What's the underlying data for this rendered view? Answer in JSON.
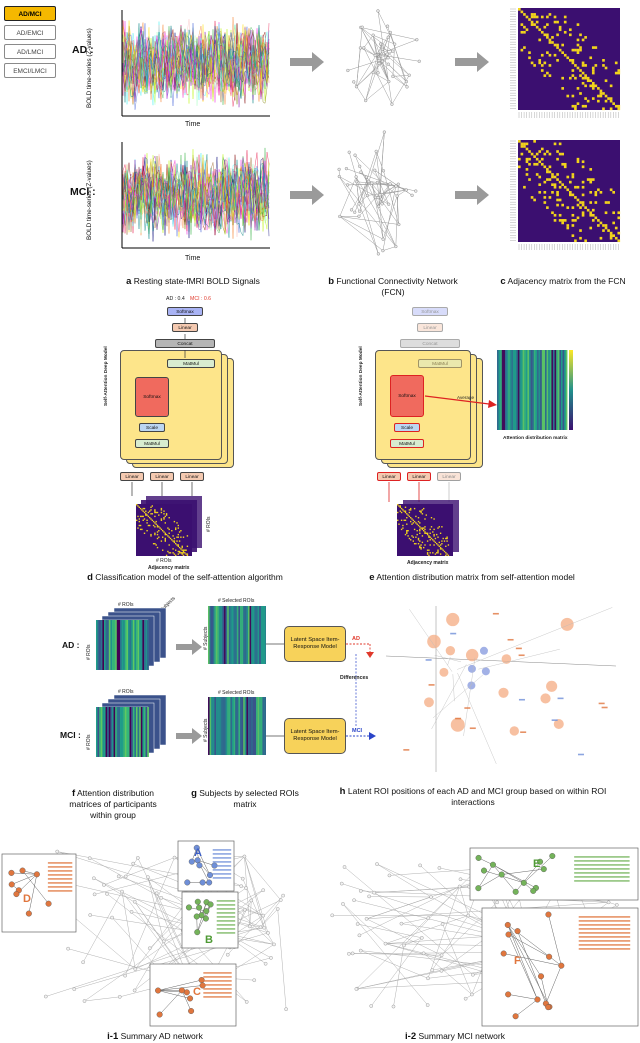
{
  "tabs": [
    {
      "label": "AD/MCI",
      "active": true
    },
    {
      "label": "AD/EMCI",
      "active": false
    },
    {
      "label": "AD/LMCI",
      "active": false
    },
    {
      "label": "EMCI/LMCI",
      "active": false
    }
  ],
  "rows": {
    "ad": "AD :",
    "mci": "MCI :"
  },
  "timeseries": {
    "ylabel": "BOLD time-series (Z-values)",
    "xlabel": "Time"
  },
  "captions": {
    "a": {
      "letter": "a",
      "text": "Resting state-fMRI BOLD Signals"
    },
    "b": {
      "letter": "b",
      "text": "Functional Connectivity Network (FCN)"
    },
    "c": {
      "letter": "c",
      "text": "Adjacency matrix from the FCN"
    },
    "d": {
      "letter": "d",
      "text": "Classification model of the self-attention algorithm"
    },
    "e": {
      "letter": "e",
      "text": "Attention distribution matrix from self-attention model"
    },
    "f": {
      "letter": "f",
      "text": "Attention distribution matrices of participants within group"
    },
    "g": {
      "letter": "g",
      "text": "Subjects by selected ROIs matrix"
    },
    "h": {
      "letter": "h",
      "text": "Latent ROI positions of each AD and MCI group based on within ROI interactions"
    },
    "i1": {
      "letter": "i-1",
      "text": "Summary AD network"
    },
    "i2": {
      "letter": "i-2",
      "text": "Summary MCI network"
    }
  },
  "model_d": {
    "scores_ad": "AD : 0.4",
    "scores_mci": "MCI : 0.6",
    "softmax_top": "Softmax",
    "linear_top": "Linear",
    "concat": "Concat",
    "matmul_top": "MatMul",
    "softmax_mid": "Softmax",
    "scale": "Scale",
    "matmul_bottom": "MatMul",
    "linear_bottom": [
      "Linear",
      "Linear",
      "Linear"
    ],
    "side_label": "Self-Attention Deep Model",
    "rois_label_v": "# ROIs",
    "rois_label_h": "# ROIs",
    "adj_label": "Adjacency matrix"
  },
  "model_e": {
    "softmax_top": "Softmax",
    "linear_top": "Linear",
    "concat": "Concat",
    "matmul_top": "MatMul",
    "softmax_mid": "Softmax",
    "scale": "Scale",
    "matmul_bottom": "MatMul",
    "linear_bottom": [
      "Linear",
      "Linear",
      "Linear"
    ],
    "side_label": "Self-Attention Deep Model",
    "average": "Average",
    "attn_label": "Attention distribution matrix",
    "adj_label": "Adjacency matrix"
  },
  "lower": {
    "ad": "AD :",
    "mci": "MCI :",
    "rois": "# ROIs",
    "subjects": "# Subjects",
    "selected_rois": "# Selected ROIs",
    "ls_model": "Latent Space Item-Response Model",
    "arrow_ad": "AD",
    "arrow_mci": "MCI",
    "differences": "Differences"
  },
  "network_labels": {
    "A": "A",
    "B": "B",
    "C": "C",
    "D": "D",
    "E": "E",
    "F": "F"
  },
  "colors": {
    "tab_active": "#f5b800",
    "viridis_dark": "#3b0f70",
    "matrix_yellow": "#f2d41c",
    "model_yellow": "#fde58a",
    "softmax_red": "#f06a5e",
    "linear_peach": "#f4c9b0",
    "concat_gray": "#b5b5b5",
    "softmax_blue": "#a9b3f4",
    "matmul_green": "#d8ecd0",
    "scale_blue": "#bcd6f2",
    "ad_red": "#e0392b",
    "mci_blue": "#2a44c8",
    "node_blue": "#6f8fd8",
    "node_green": "#74b35a",
    "node_orange": "#e0763e"
  }
}
